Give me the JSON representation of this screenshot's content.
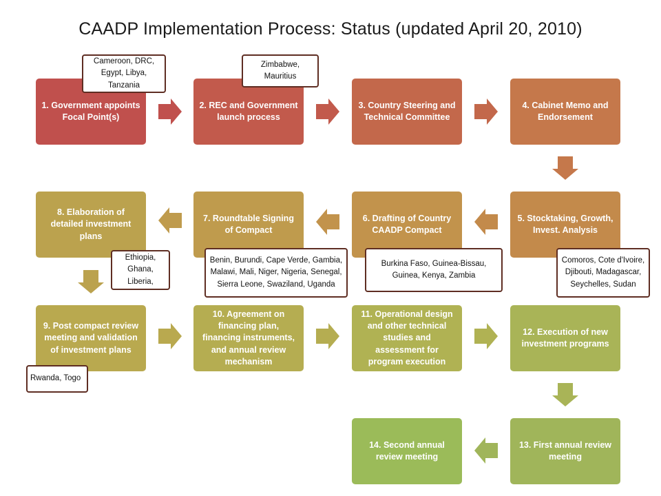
{
  "title": "CAADP Implementation Process: Status (updated April 20, 2010)",
  "colors": {
    "step1": "#c0504d",
    "step2": "#c25a4c",
    "step3": "#c3684b",
    "step4": "#c5784b",
    "step5": "#c38a4b",
    "step6": "#c2934c",
    "step7": "#bf9b4d",
    "step8": "#bba24e",
    "step9": "#b9a94f",
    "step10": "#b5ad51",
    "step11": "#b0b253",
    "step12": "#a9b457",
    "step13": "#a0b55a",
    "step14": "#9bbb59",
    "note_border": "#5e2d22"
  },
  "steps": [
    {
      "label": "1. Government appoints Focal Point(s)"
    },
    {
      "label": "2. REC and Government launch process"
    },
    {
      "label": "3. Country Steering and Technical Committee"
    },
    {
      "label": "4. Cabinet Memo and Endorsement"
    },
    {
      "label": "5. Stocktaking, Growth, Invest. Analysis"
    },
    {
      "label": "6. Drafting of Country CAADP Compact"
    },
    {
      "label": "7. Roundtable Signing of Compact"
    },
    {
      "label": "8. Elaboration of detailed investment plans"
    },
    {
      "label": "9. Post compact review meeting and validation of investment plans"
    },
    {
      "label": "10. Agreement on financing plan, financing instruments, and annual review mechanism"
    },
    {
      "label": "11. Operational design and other technical studies and assessment for program execution"
    },
    {
      "label": "12. Execution of new investment programs"
    },
    {
      "label": "13. First annual review meeting"
    },
    {
      "label": "14. Second annual review meeting"
    }
  ],
  "notes": {
    "step1": "Cameroon, DRC, Egypt, Libya, Tanzania",
    "step2": "Zimbabwe, Mauritius",
    "step5": "Comoros, Cote d'Ivoire, Djibouti, Madagascar, Seychelles, Sudan",
    "step6": "Burkina Faso, Guinea-Bissau, Guinea, Kenya, Zambia",
    "step7": "Benin, Burundi, Cape Verde, Gambia, Malawi, Mali, Niger, Nigeria, Senegal, Sierra Leone, Swaziland, Uganda",
    "step8": "Ethiopia, Ghana, Liberia,",
    "step9": "Rwanda, Togo"
  }
}
